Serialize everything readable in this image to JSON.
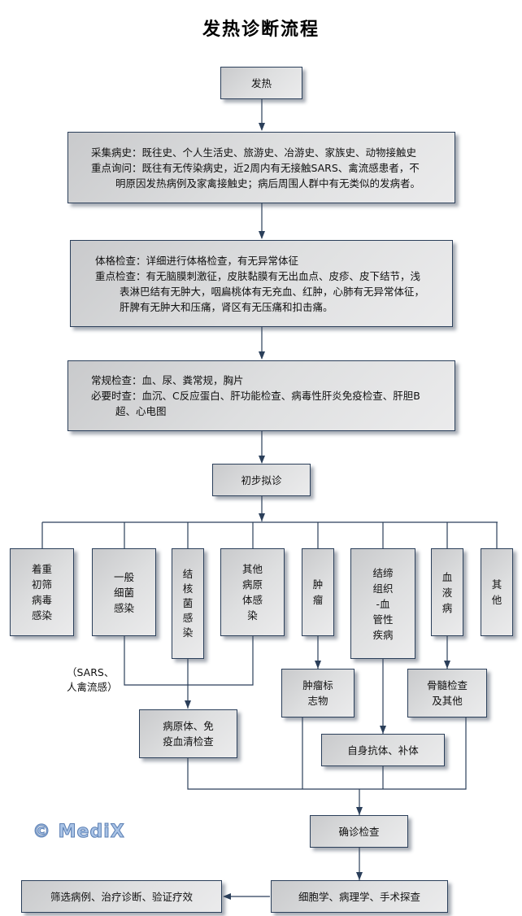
{
  "title": "发热诊断流程",
  "nodes": {
    "fever": "发热",
    "history": {
      "lines": [
        "采集病史：既往史、个人生活史、旅游史、冶游史、家族史、动物接触史",
        "重点询问：既往有无传染病史，近2周内有无接触SARS、禽流感患者，不",
        "明原因发热病例及家禽接触史；病后周围人群中有无类似的发病者。"
      ]
    },
    "physical": {
      "lines": [
        "体格检查：详细进行体格检查，有无异常体征",
        "重点检查：有无脑膜刺激征，皮肤黏膜有无出血点、皮疹、皮下结节，浅",
        "表淋巴结有无肿大，咽扁桃体有无充血、红肿，心肺有无异常体征，",
        "肝脾有无肿大和压痛，肾区有无压痛和扣击痛。"
      ]
    },
    "routine": {
      "lines": [
        "常规检查：血、尿、粪常规，胸片",
        "必要时查：血沉、C反应蛋白、肝功能检查、病毒性肝炎免疫检查、肝胆B",
        "超、心电图"
      ]
    },
    "prelim": "初步拟诊",
    "categories": [
      "着重\n初筛\n病毒\n感染",
      "一般\n细菌\n感染",
      "结\n核\n菌\n感\n染",
      "其他\n病原\n体感\n染",
      "肿\n瘤",
      "结缔\n组织\n-血\n管性\n疾病",
      "血\n液\n病",
      "其\n他"
    ],
    "note": "（SARS、\n人禽流感）",
    "pathogen_test": "病原体、免\n疫血清检查",
    "tumor_marker": "肿瘤标\n志物",
    "bone_marrow": "骨髓检查\n及其他",
    "autoantibody": "自身抗体、补体",
    "confirm": "确诊检查",
    "pathology": "细胞学、病理学、手术探查",
    "final": "筛选病例、治疗诊断、验证疗效"
  },
  "watermark": "© MediX"
}
